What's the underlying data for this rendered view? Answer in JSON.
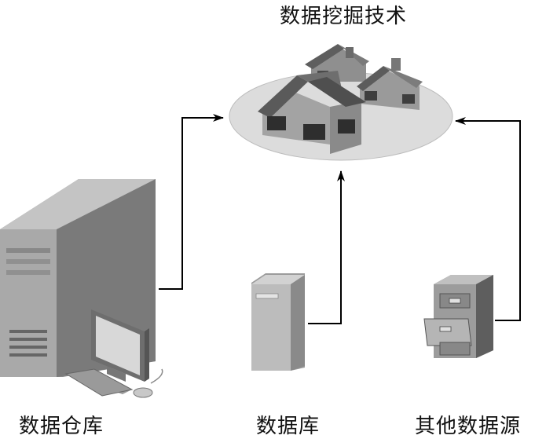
{
  "diagram": {
    "title": "数据挖掘技术",
    "nodes": [
      {
        "id": "warehouse",
        "label": "数据仓库",
        "icon": "server-tower-icon"
      },
      {
        "id": "database",
        "label": "数据库",
        "icon": "database-server-icon"
      },
      {
        "id": "other",
        "label": "其他数据源",
        "icon": "filing-cabinet-icon"
      }
    ],
    "edges": [
      {
        "from": "warehouse",
        "to": "mining"
      },
      {
        "from": "database",
        "to": "mining"
      },
      {
        "from": "other",
        "to": "mining"
      }
    ]
  }
}
